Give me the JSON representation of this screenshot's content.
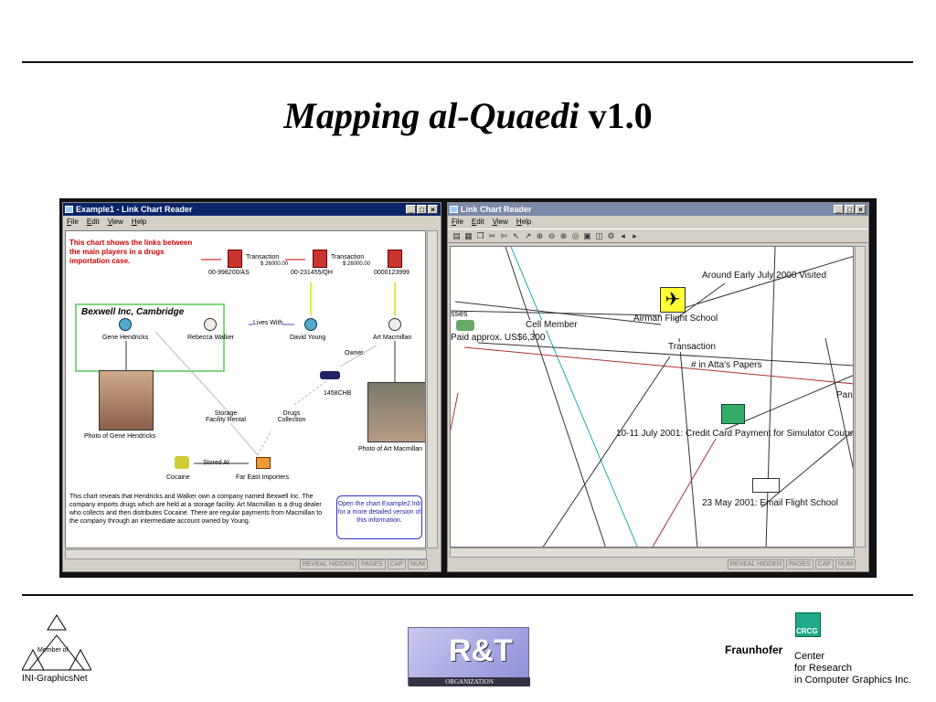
{
  "slide": {
    "title_main": "Mapping al-Quaedi",
    "title_ver": "v1.0"
  },
  "left_window": {
    "title": "Example1 - Link Chart Reader",
    "controls": [
      "_",
      "□",
      "×"
    ],
    "menu": [
      "File",
      "Edit",
      "View",
      "Help"
    ],
    "chart": {
      "note": "This chart shows the links between the main players in a drugs importation case.",
      "box_title": "Bexwell Inc, Cambridge",
      "accounts": [
        "00-998200/AS",
        "00-231455/QH",
        "0000123999"
      ],
      "transactions": [
        "Transaction",
        "Transaction"
      ],
      "amounts": [
        "$ 26000.00",
        "$ 26000.00"
      ],
      "people": [
        "Gene Hendricks",
        "Rebecca Walker",
        "David Young",
        "Art Macmillan"
      ],
      "lives_with": "Lives With",
      "owner": "Owner",
      "car": "1458CHB",
      "storage": "Storage Facility Rental",
      "drugs": "Drugs Collection",
      "photo_gene": "Photo of Gene Hendricks",
      "photo_art": "Photo of Art Macmillan",
      "stored_at": "Stored At",
      "cocaine": "Cocaine",
      "importers": "Far East Importers",
      "paragraph": "This chart reveals that Hendricks and Walker own a company named Bexwell Inc. The company imports drugs which are held at a storage facility. Art Macmillan is a drug dealer who collects and then distributes Cocaine. There are regular payments from Macmillan to the company through an intermediate account owned by Young.",
      "callout": "Open the chart Example2.lnb for a more detailed version of this information."
    },
    "status": [
      "REVEAL HIDDEN",
      "PAGES",
      "CAP",
      "NUM"
    ]
  },
  "right_window": {
    "title": "Link Chart Reader",
    "controls": [
      "_",
      "□",
      "×"
    ],
    "menu": [
      "File",
      "Edit",
      "View",
      "Help"
    ],
    "chart": {
      "around": "Around Early July 2000 Visited",
      "airman": "Airman Flight School",
      "sses": "sses",
      "cell_member": "Cell Member",
      "paid": "Paid approx. US$6,300",
      "transaction": "Transaction",
      "atta": "# in Atta's Papers",
      "pan": "Pan",
      "credit": "10-11 July 2001: Credit Card Payment for Simulator Course",
      "email": "23 May 2001: Email Flight School"
    },
    "status": [
      "REVEAL HIDDEN",
      "PAGES",
      "CAP",
      "NUM"
    ]
  },
  "logos": {
    "ini_member": "Member of",
    "ini_name": "INI-GraphicsNet",
    "rt_name": "R&T",
    "rt_org": "ORGANIZATION",
    "crcg": "CRCG",
    "fraunhofer": "Fraunhofer",
    "center": [
      "Center",
      "for Research",
      "in Computer Graphics Inc."
    ]
  }
}
